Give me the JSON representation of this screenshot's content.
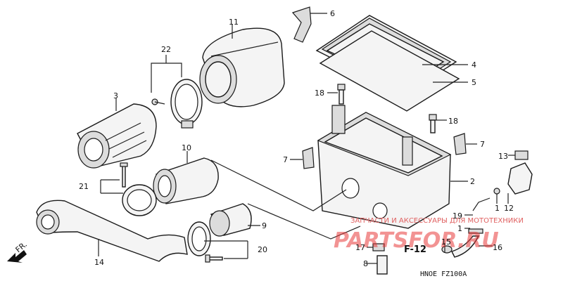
{
  "callouts": [
    {
      "id": "c11",
      "text": "11"
    },
    {
      "id": "c6",
      "text": "6"
    },
    {
      "id": "c22",
      "text": "22"
    },
    {
      "id": "c4",
      "text": "4"
    },
    {
      "id": "c5",
      "text": "5"
    },
    {
      "id": "c3",
      "text": "3"
    },
    {
      "id": "c18a",
      "text": "18"
    },
    {
      "id": "c18b",
      "text": "18"
    },
    {
      "id": "c10",
      "text": "10"
    },
    {
      "id": "c7a",
      "text": "7"
    },
    {
      "id": "c7b",
      "text": "7"
    },
    {
      "id": "c13",
      "text": "13"
    },
    {
      "id": "c21",
      "text": "21"
    },
    {
      "id": "c2",
      "text": "2"
    },
    {
      "id": "c12",
      "text": "12"
    },
    {
      "id": "c1",
      "text": "1"
    },
    {
      "id": "c19",
      "text": "19"
    },
    {
      "id": "c9",
      "text": "9"
    },
    {
      "id": "c1b",
      "text": "1"
    },
    {
      "id": "c17",
      "text": "17"
    },
    {
      "id": "c15",
      "text": "15"
    },
    {
      "id": "c16",
      "text": "16"
    },
    {
      "id": "c20",
      "text": "20"
    },
    {
      "id": "c14",
      "text": "14"
    },
    {
      "id": "c8",
      "text": "8"
    }
  ],
  "ref_label": "F-12",
  "direction_label": "FR.",
  "diagram_code": "HNOE  FZ100A",
  "watermark_small": "ЗАПЧАСТИ И АКСЕССУАРЫ ДЛЯ МОТОТЕХНИКИ",
  "watermark_big": "PARTSFOR.RU"
}
